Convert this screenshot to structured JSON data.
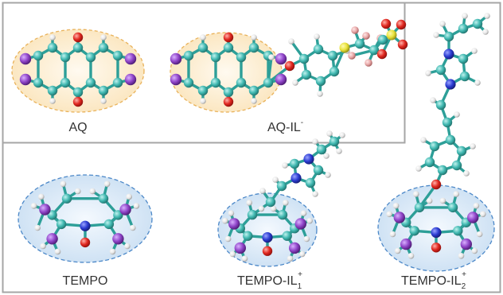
{
  "labels": {
    "aq": "AQ",
    "aq_il_base": "AQ-IL",
    "aq_il_sup": "-",
    "tempo": "TEMPO",
    "tempo_il1_base": "TEMPO-IL",
    "tempo_il1_sub": "1",
    "tempo_il1_sup": "+",
    "tempo_il2_base": "TEMPO-IL",
    "tempo_il2_sub": "2",
    "tempo_il2_sup": "+"
  },
  "colors": {
    "carbon": "#3fb7b0",
    "oxygen": "#e0271f",
    "nitrogen": "#2b3bd1",
    "hydrogen": "#f2f2f2",
    "sulfur": "#e8e23a",
    "fluorine": "#e8a8a8",
    "highlight_atom": "#8f44c8",
    "aq_ellipse_fill": "#fdf0d6",
    "aq_ellipse_stroke": "#e9b25a",
    "tempo_ellipse_fill": "#dbe9f6",
    "tempo_ellipse_stroke": "#4c88c8",
    "box_stroke": "#a6a6a6"
  }
}
